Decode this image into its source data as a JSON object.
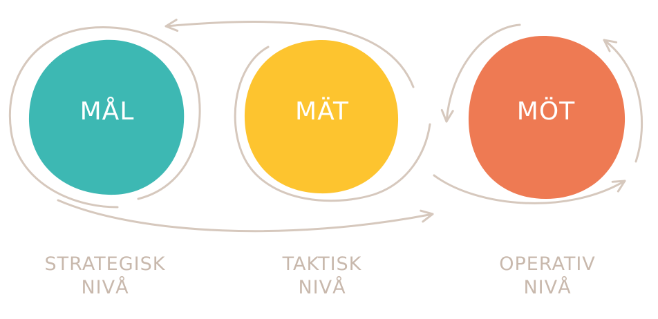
{
  "colors": {
    "strategic_fill": "#3db8b3",
    "tactical_fill": "#fdc42f",
    "operative_fill": "#ee7a53",
    "arrow_stroke": "#d6c8bd",
    "level_text": "#c8b8ac",
    "blob_text": "#ffffff"
  },
  "nodes": [
    {
      "label": "MÅL",
      "level_line1": "STRATEGISK",
      "level_line2": "NIVÅ"
    },
    {
      "label": "MÄT",
      "level_line1": "TAKTISK",
      "level_line2": "NIVÅ"
    },
    {
      "label": "MÖT",
      "level_line1": "OPERATIV",
      "level_line2": "NIVÅ"
    }
  ]
}
